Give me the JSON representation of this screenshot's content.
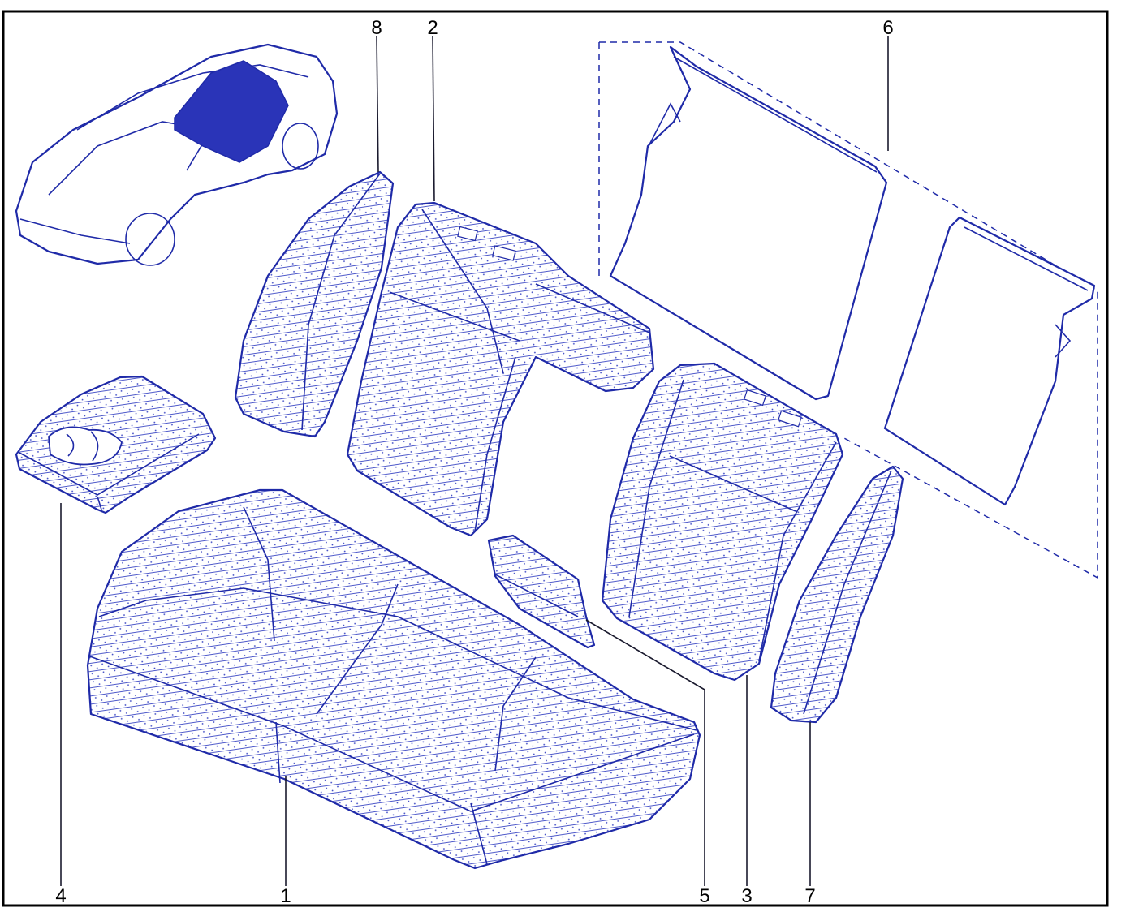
{
  "colors": {
    "part_stroke": "#1f2aa8",
    "foam_dot": "#3b47c4",
    "frame": "#000000",
    "silhouette_fill": "#2a34b8"
  },
  "callouts": [
    {
      "id": "8",
      "label": "8",
      "part": "side-bolster-left"
    },
    {
      "id": "2",
      "label": "2",
      "part": "backrest-large"
    },
    {
      "id": "6",
      "label": "6",
      "part": "backrest-panels"
    },
    {
      "id": "4",
      "label": "4",
      "part": "armrest-cupholder"
    },
    {
      "id": "1",
      "label": "1",
      "part": "seat-cushion"
    },
    {
      "id": "5",
      "label": "5",
      "part": "trim-piece"
    },
    {
      "id": "3",
      "label": "3",
      "part": "backrest-small"
    },
    {
      "id": "7",
      "label": "7",
      "part": "side-bolster-right"
    }
  ]
}
